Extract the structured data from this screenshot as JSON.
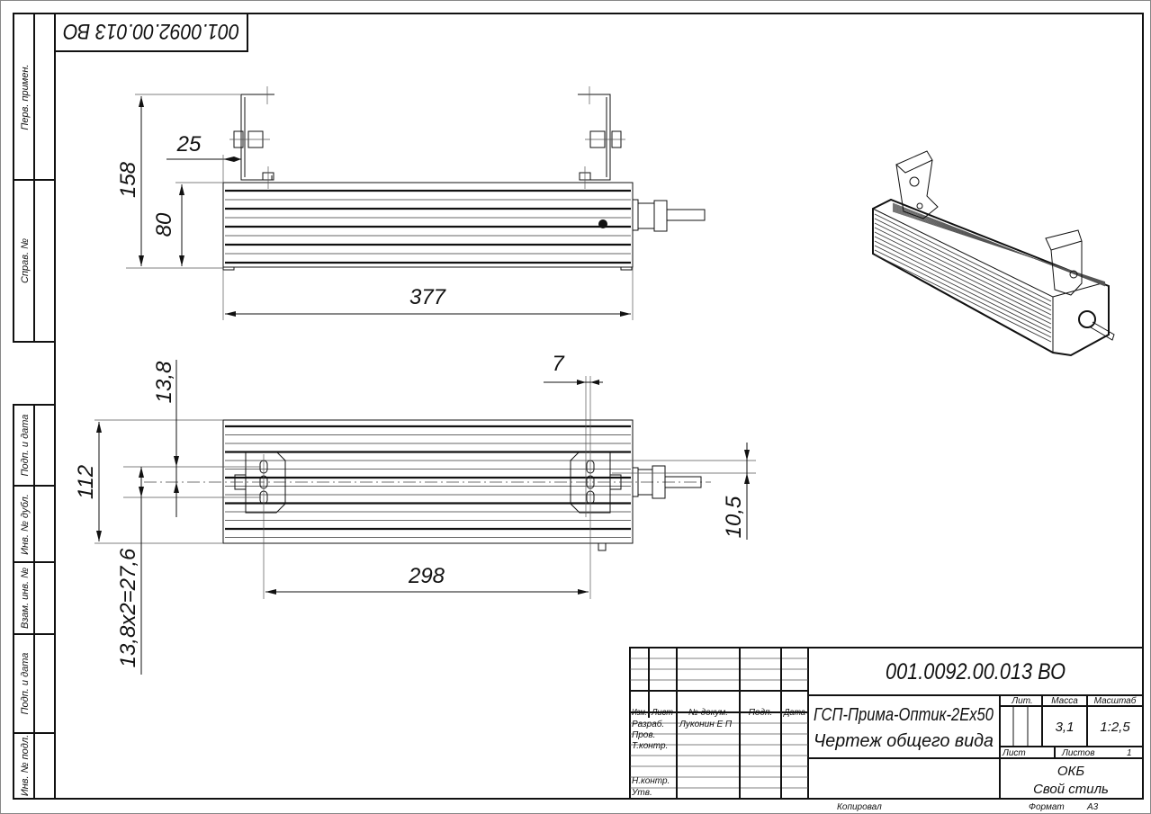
{
  "stamp": "001.0092.00.013 ВО",
  "side_strip": {
    "top": [
      "Перв. примен.",
      "Справ. №"
    ],
    "bottom": [
      "Подп. и дата",
      "Инв. № дубл.",
      "Взам. инв. №",
      "Подп. и дата",
      "Инв. № подл."
    ]
  },
  "dimensions": {
    "height_total": "158",
    "offset": "25",
    "height_body": "80",
    "length": "377",
    "slot_pitch": "13,8",
    "slot_width": "7",
    "width": "112",
    "hole_offset": "10,5",
    "slot_range": "13,8x2=27,6",
    "mount_distance": "298"
  },
  "title_block": {
    "doc_number": "001.0092.00.013 ВО",
    "name_line1": "ГСП-Прима-Оптик-2Ex50",
    "name_line2": "Чертеж общего вида",
    "headers": {
      "izm": "Изм.",
      "list": "Лист",
      "doc": "№ докум.",
      "sign": "Подп.",
      "date": "Дата"
    },
    "roles": {
      "razrab": "Разраб.",
      "prov": "Пров.",
      "tkontr": "Т.контр.",
      "nkontr": "Н.контр.",
      "utv": "Утв."
    },
    "developer": "Луконин Е П",
    "lit_label": "Лит.",
    "mass_label": "Масса",
    "scale_label": "Масштаб",
    "mass": "3,1",
    "scale": "1:2,5",
    "sheet_label": "Лист",
    "sheets_label": "Листов",
    "sheets": "1",
    "org_line1": "ОКБ",
    "org_line2": "Свой стиль",
    "copied": "Копировал",
    "format_label": "Формат",
    "format": "А3"
  }
}
